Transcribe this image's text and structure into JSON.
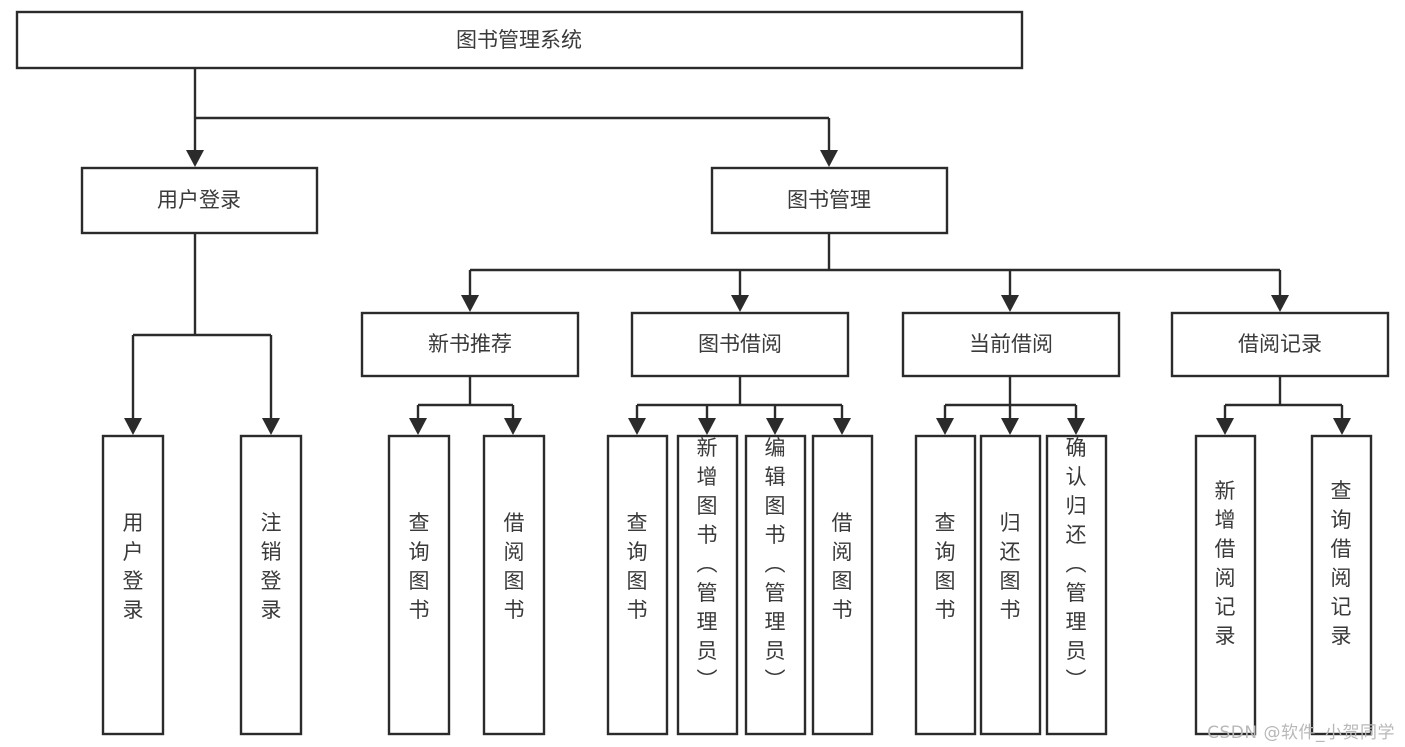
{
  "diagram": {
    "type": "tree-hierarchy",
    "title": "图书管理系统",
    "watermark": "CSDN @软件_小贺同学",
    "colors": {
      "stroke": "#2b2b2b",
      "fill": "#ffffff",
      "text": "#3a3a3a",
      "watermark": "#b8b8b8"
    },
    "root": {
      "label": "图书管理系统"
    },
    "level2": [
      {
        "label": "用户登录"
      },
      {
        "label": "图书管理"
      }
    ],
    "level3": [
      {
        "label": "新书推荐"
      },
      {
        "label": "图书借阅"
      },
      {
        "label": "当前借阅"
      },
      {
        "label": "借阅记录"
      }
    ],
    "leaves": {
      "user_login": [
        {
          "label": "用户登录"
        },
        {
          "label": "注销登录"
        }
      ],
      "new_book_recommend": [
        {
          "label": "查询图书"
        },
        {
          "label": "借阅图书"
        }
      ],
      "book_borrow": [
        {
          "label": "查询图书"
        },
        {
          "label": "新增图书（管理员）"
        },
        {
          "label": "编辑图书（管理员）"
        },
        {
          "label": "借阅图书"
        }
      ],
      "current_borrow": [
        {
          "label": "查询图书"
        },
        {
          "label": "归还图书"
        },
        {
          "label": "确认归还（管理员）"
        }
      ],
      "borrow_record": [
        {
          "label": "新增借阅记录"
        },
        {
          "label": "查询借阅记录"
        }
      ]
    }
  }
}
